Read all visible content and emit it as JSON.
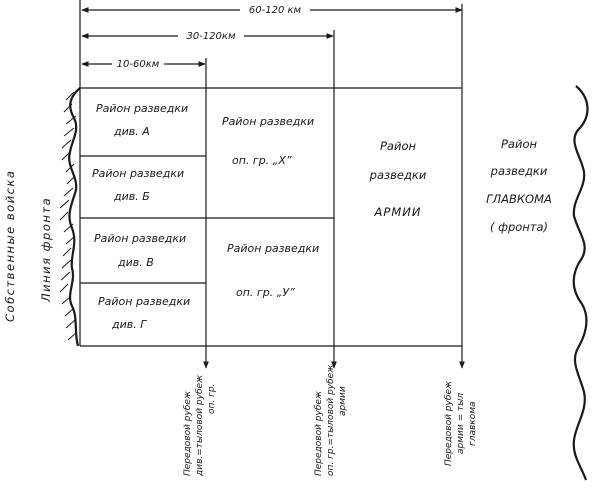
{
  "dimensions": {
    "d1": "60-120 км",
    "d2": "30-120км",
    "d3": "10-60км"
  },
  "side_labels": {
    "own_troops": "Собственные войска",
    "front_line": "Линия фронта"
  },
  "div_zones": [
    {
      "line1": "Район разведки",
      "line2": "див. А"
    },
    {
      "line1": "Район разведки",
      "line2": "див. Б"
    },
    {
      "line1": "Район разведки",
      "line2": "див. В"
    },
    {
      "line1": "Район разведки",
      "line2": "див. Г"
    }
  ],
  "group_zones": [
    {
      "line1": "Район разведки",
      "line2": "оп. гр. „X”"
    },
    {
      "line1": "Район разведки",
      "line2": "оп. гр. „У”"
    }
  ],
  "army_zone": {
    "line1": "Район",
    "line2": "разведки",
    "line3": "АРМИИ"
  },
  "glavkom_zone": {
    "line1": "Район",
    "line2": "разведки",
    "line3": "ГЛАВКОМА",
    "line4": "( фронта)"
  },
  "bottom_labels": [
    {
      "line1": "Передовой рубеж",
      "line2": "див.=тыловой рубеж",
      "line3": "оп. гр."
    },
    {
      "line1": "Передовой рубеж",
      "line2": "оп. гр.=тыловой рубеж",
      "line3": "армии"
    },
    {
      "line1": "Передовой рубеж",
      "line2": "армии = тыл",
      "line3": "главкома"
    }
  ]
}
